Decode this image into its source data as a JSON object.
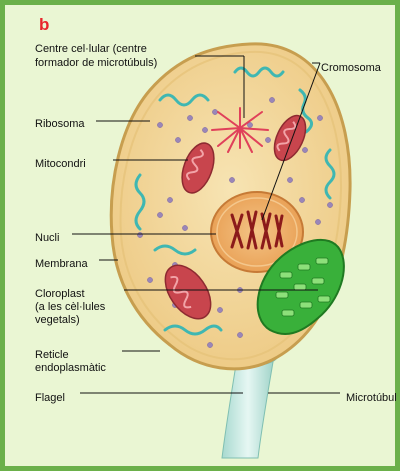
{
  "panel_letter": "b",
  "labels": {
    "centre_cellular_1": "Centre cel·lular (centre",
    "centre_cellular_2": "formador de microtúbuls)",
    "cromosoma": "Cromosoma",
    "ribosoma": "Ribosoma",
    "mitocondri": "Mitocondri",
    "nucli": "Nucli",
    "membrana": "Membrana",
    "cloroplast_1": "Cloroplast",
    "cloroplast_2": "(a les cèl·lules",
    "cloroplast_3": "vegetals)",
    "reticle_1": "Reticle",
    "reticle_2": "endoplasmàtic",
    "flagel": "Flagel",
    "microtubul": "Microtúbul"
  },
  "colors": {
    "frame_border": "#6bb04a",
    "frame_background": "#eaf6d3",
    "panel_letter": "#e8262c",
    "cytoplasm": "#f2d79a",
    "membrane": "#d9b56b",
    "nucleus": "#f0b26d",
    "chromosome": "#8b1a1a",
    "mitochondrion": "#c8454d",
    "chloroplast": "#39b03a",
    "endoplasmic_reticulum": "#3fb7b2",
    "ribosome": "#9a86b8",
    "centrosome": "#e0405a",
    "flagellum": "#bfe6dd"
  }
}
